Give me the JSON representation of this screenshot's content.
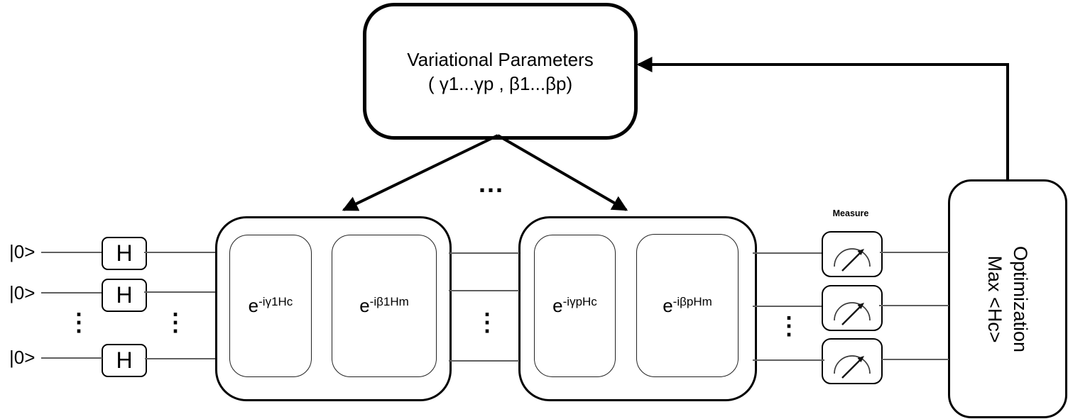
{
  "variational_parameters": {
    "title": "Variational Parameters",
    "values": "( γ1...γp , β1...βp)"
  },
  "qubits": {
    "labels": [
      "|0>",
      "|0>",
      "|0>"
    ],
    "hadamard": "H"
  },
  "layers": {
    "first": {
      "cost": {
        "base": "e",
        "exp": "-iγ1Hc"
      },
      "mixer": {
        "base": "e",
        "exp": "-iβ1Hm"
      }
    },
    "last": {
      "cost": {
        "base": "e",
        "exp": "-iγpHc"
      },
      "mixer": {
        "base": "e",
        "exp": "-iβpHm"
      }
    }
  },
  "ellipsis": {
    "horizontal": "...",
    "vertical": "⋮"
  },
  "measure": {
    "label": "Measure"
  },
  "optimization": {
    "line1": "Optimization",
    "line2": "Max <Hc>"
  },
  "colors": {
    "ink": "#000000",
    "wire": "#5f5f5f",
    "background": "#ffffff"
  }
}
